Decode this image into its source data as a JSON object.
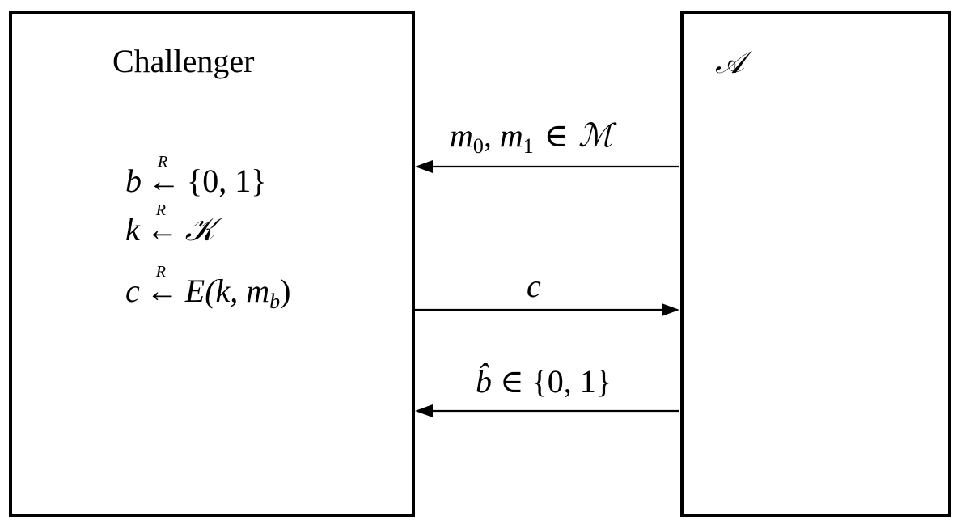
{
  "challenger": {
    "title": "Challenger",
    "steps": [
      {
        "var": "b",
        "sample_mark": "R",
        "arrow": "←",
        "rhs": "{0, 1}"
      },
      {
        "var": "k",
        "sample_mark": "R",
        "arrow": "←",
        "rhs": "𝒦"
      },
      {
        "var": "c",
        "sample_mark": "R",
        "arrow": "←",
        "rhs": "E(k, m",
        "rhs_sub": "b",
        "rhs_end": ")"
      }
    ]
  },
  "adversary": {
    "title": "𝒜"
  },
  "messages": [
    {
      "label": "m",
      "sub0": "0",
      "mid": ", m",
      "sub1": "1",
      "rest": " ∈ ℳ",
      "direction": "to-challenger"
    },
    {
      "label": "c",
      "direction": "to-adversary"
    },
    {
      "label": "b̂",
      "rest": " ∈ {0, 1}",
      "direction": "to-challenger"
    }
  ]
}
